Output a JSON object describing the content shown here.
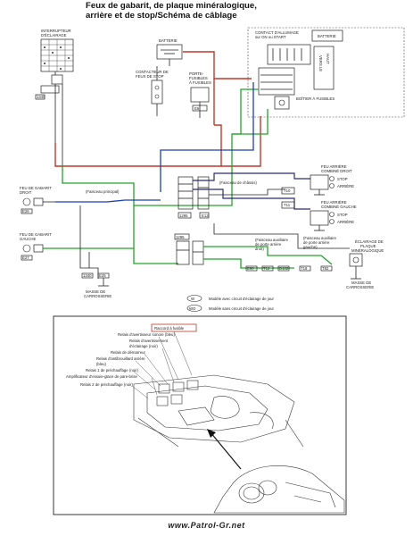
{
  "title": {
    "line1": "Feux de gabarit, de plaque minéralogique,",
    "line2": "arrière et de stop/Schéma de câblage"
  },
  "components": {
    "interrupteur": [
      "INTERRUPTEUR",
      "D'ÉCLAIRAGE"
    ],
    "batterie_left": "BATTERIE",
    "contacteur_stop": [
      "CONTACTEUR DE",
      "FEUX DE STOP"
    ],
    "porte_fusibles": [
      "PORTE-",
      "FUSIBLES",
      "À FUSIBLES"
    ],
    "contact_allumage": [
      "CONTACT D'ALLUMAGE",
      "sur ON ou START"
    ],
    "batterie_right": "BATTERIE",
    "boitier_fusibles": "BOÎTIER À FUSIBLES",
    "feu_gabarit_droit": [
      "FEU DE GABARIT",
      "DROIT"
    ],
    "feu_gabarit_gauche": [
      "FEU DE GABARIT",
      "GAUCHE"
    ],
    "masse_carrosserie_left": [
      "MASSE DE",
      "CARROSSERIE"
    ],
    "faisceau_principal": "(Faisceau principal)",
    "faisceau_chassis": "(Faisceau de châssis)",
    "faisceau_porte_droit": [
      "(Faisceau auxiliaire",
      "de porte arrière",
      "droit)"
    ],
    "faisceau_porte_gauche": [
      "(Faisceau auxiliaire",
      "de porte arrière",
      "gauche)"
    ],
    "feu_arriere_droit": [
      "FEU ARRIÈRE",
      "COMBINÉ DROIT"
    ],
    "feu_arriere_gauche": [
      "FEU ARRIÈRE",
      "COMBINÉ GAUCHE"
    ],
    "stop": "STOP",
    "arriere": "ARRIÈRE",
    "eclairage_plaque": [
      "ÉCLAIRAGE DE",
      "PLAQUE",
      "MINÉRALOGIQUE"
    ],
    "masse_carrosserie_right": [
      "MASSE DE",
      "CARROSSERIE"
    ]
  },
  "legend": [
    {
      "code": "W",
      "text": "Modèle avec circuit d'éclairage de jour"
    },
    {
      "code": "WO",
      "text": "Modèle sans circuit d'éclairage de jour"
    }
  ],
  "inset": {
    "callout": "Raccord à fusible",
    "labels": [
      "Relais d'avertisseur sonore (bleu)",
      "Relais d'avertissement",
      "d'éclairage (noir)",
      "Relais de démarreur",
      "Relais d'antibrouillard arrière",
      "(bleu)",
      "Relais 1 de préchauffage (noir)",
      "Amplificateur d'essuie-glace de pare-brise",
      "Relais 2 de préchauffage (noir)"
    ]
  },
  "footer": "www.Patrol-Gr.net",
  "colors": {
    "red": "#c0392b",
    "green": "#22a32a",
    "blue": "#1c3fb0"
  }
}
